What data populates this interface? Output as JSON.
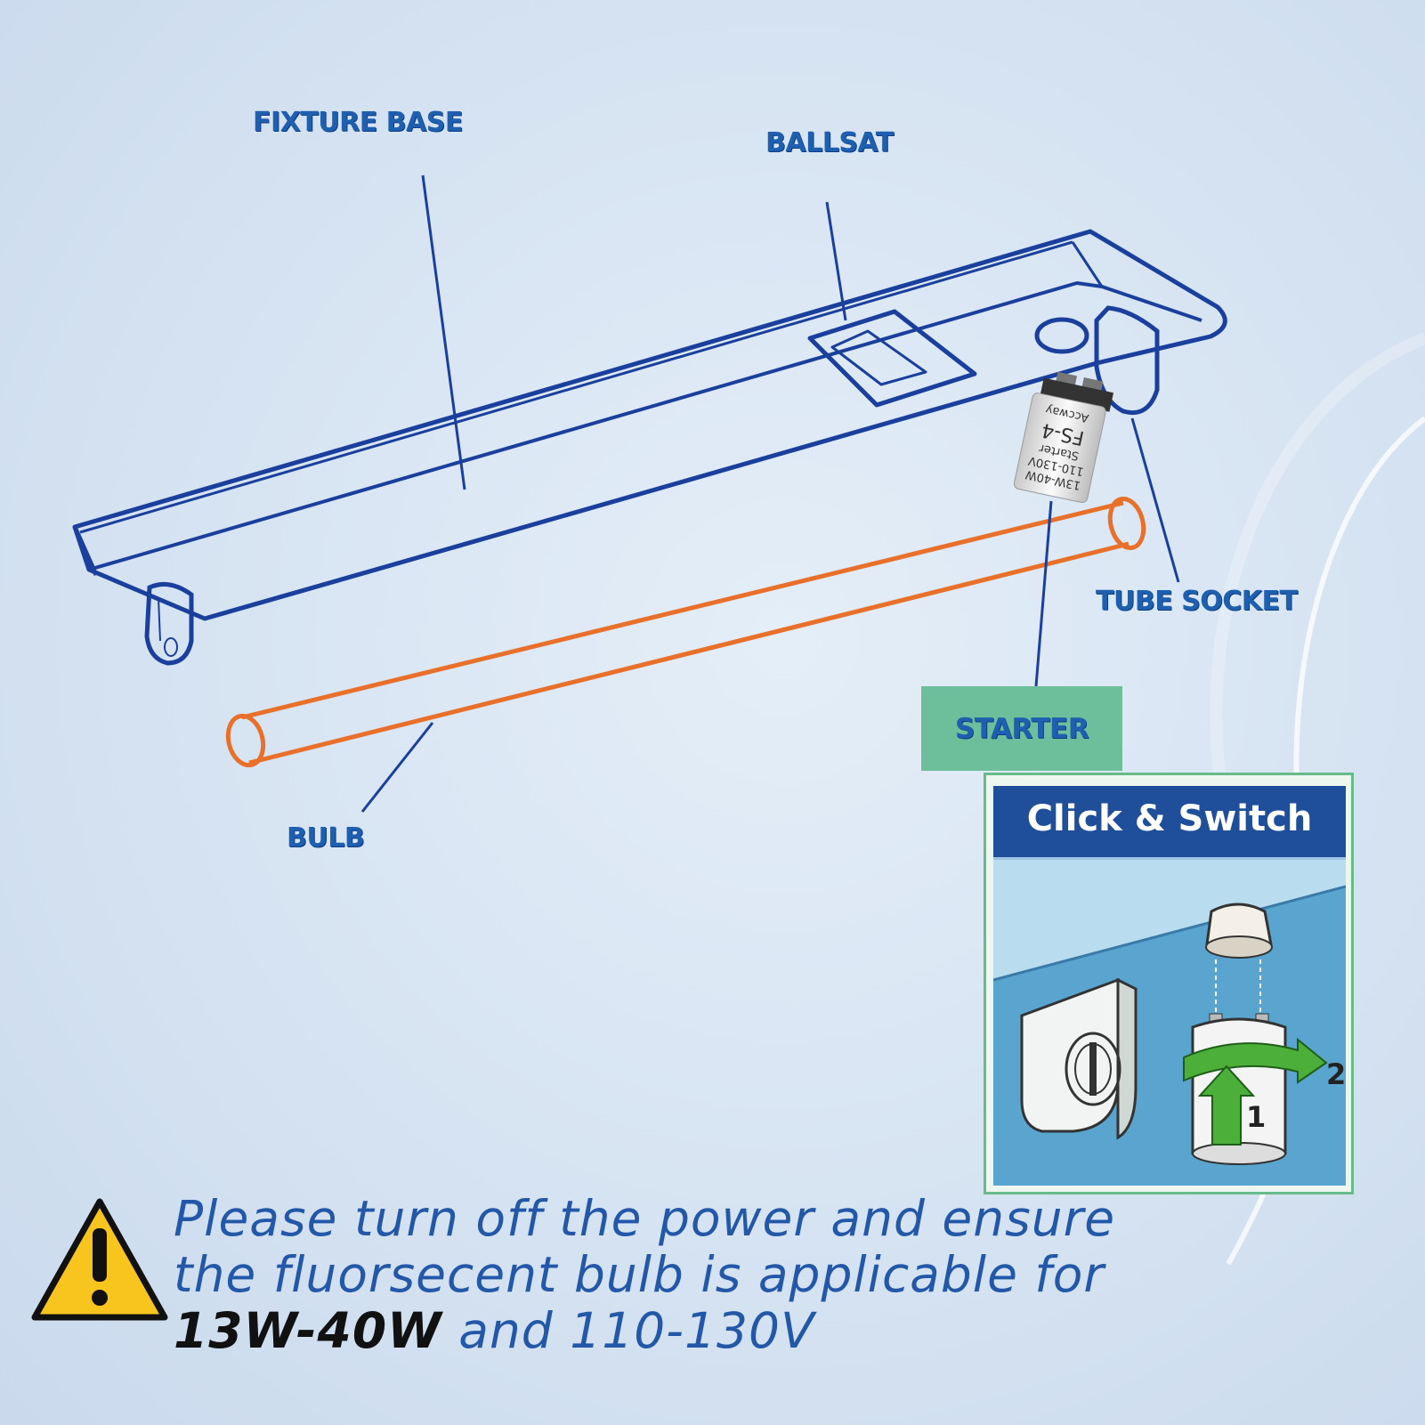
{
  "labels": {
    "fixture_base": "FIXTURE BASE",
    "ballast": "BALLSAT",
    "tube_socket": "TUBE SOCKET",
    "starter": "STARTER",
    "bulb": "BULB"
  },
  "starter_print": {
    "brand": "Accway",
    "model": "FS-4",
    "type": "Starter",
    "voltage": "110-130V",
    "wattage": "13W-40W"
  },
  "inset": {
    "title": "Click & Switch",
    "step1": "1",
    "step2": "2"
  },
  "warning": {
    "line1": "Please turn off the power and ensure",
    "line2": "the fluorsecent  bulb is applicable for",
    "emphasis": "13W-40W",
    "line3_rest": " and 110-130V"
  },
  "colors": {
    "line_blue": "#1a3f9c",
    "label_blue": "#1f5fb0",
    "bulb_orange": "#e8702a",
    "starter_box": "#6cbf9a",
    "warning_yellow": "#f7c51e",
    "inset_header": "#1f4f9a",
    "inset_bg": "#5aa4d0",
    "arrow_green": "#4caf3a"
  },
  "icons": [
    "warning-triangle-icon"
  ]
}
